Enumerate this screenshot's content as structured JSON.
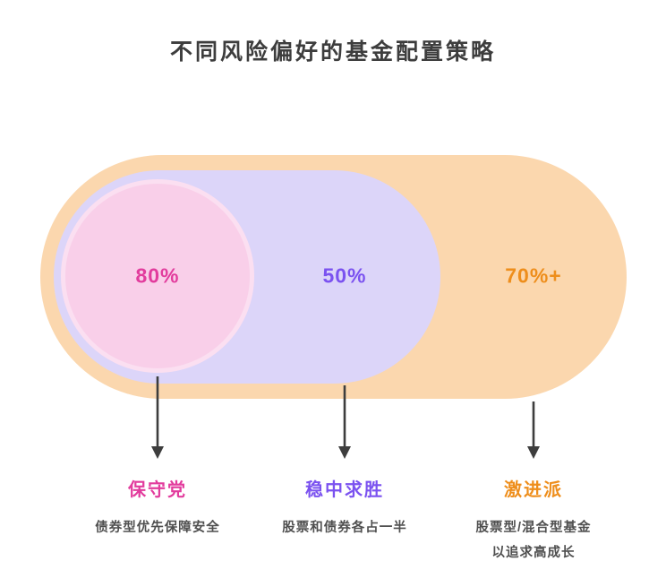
{
  "title": "不同风险偏好的基金配置策略",
  "strategies": [
    {
      "id": "conservative",
      "percent": "80%",
      "name": "保守党",
      "description": "债券型优先保障安全",
      "text_color": "#E23C9D",
      "shape_color": "#F9CFE9"
    },
    {
      "id": "balanced",
      "percent": "50%",
      "name": "稳中求胜",
      "description": "股票和债券各占一半",
      "text_color": "#7B52F0",
      "shape_color": "#DCD5F9"
    },
    {
      "id": "aggressive",
      "percent": "70%+",
      "name": "激进派",
      "description": "股票型/混合型基金\n以追求高成长",
      "text_color": "#EE8E1C",
      "shape_color": "#FBD7AE"
    }
  ],
  "arrow_color": "#3d3d3d"
}
